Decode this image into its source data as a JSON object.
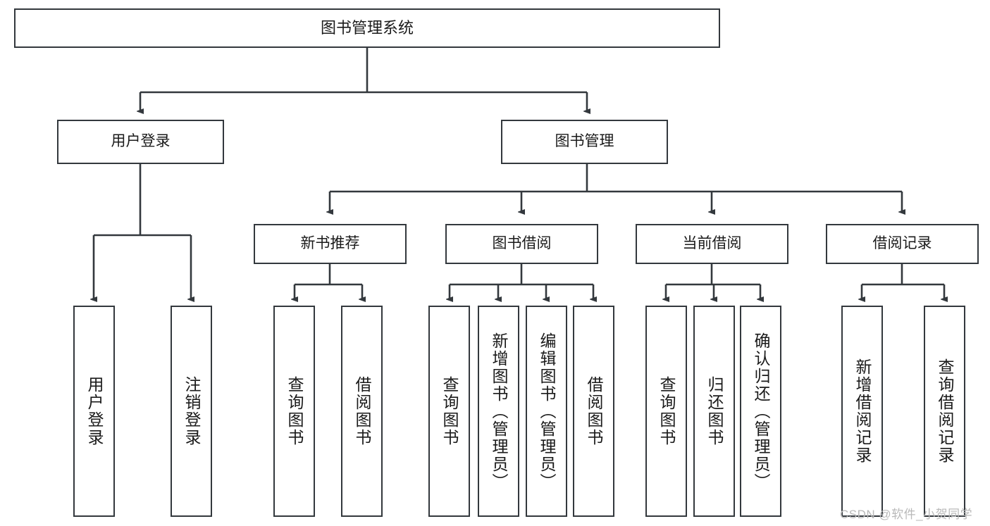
{
  "diagram": {
    "title": "图书管理系统",
    "type": "tree-hierarchy",
    "style": {
      "box_border_color": "#33383d",
      "box_fill_color": "#ffffff",
      "edge_color": "#33383d",
      "text_color": "#1a1a1a",
      "background": "#ffffff"
    },
    "root": {
      "label": "图书管理系统"
    },
    "level2": [
      {
        "label": "用户登录"
      },
      {
        "label": "图书管理"
      }
    ],
    "level3": [
      {
        "label": "新书推荐"
      },
      {
        "label": "图书借阅"
      },
      {
        "label": "当前借阅"
      },
      {
        "label": "借阅记录"
      }
    ],
    "leaves": {
      "user_login": [
        {
          "label": "用户登录"
        },
        {
          "label": "注销登录"
        }
      ],
      "new_book_recommend": [
        {
          "label": "查询图书"
        },
        {
          "label": "借阅图书"
        }
      ],
      "book_borrow": [
        {
          "label": "查询图书"
        },
        {
          "label": "新增图书（管理员）"
        },
        {
          "label": "编辑图书（管理员）"
        },
        {
          "label": "借阅图书"
        }
      ],
      "current_borrow": [
        {
          "label": "查询图书"
        },
        {
          "label": "归还图书"
        },
        {
          "label": "确认归还（管理员）"
        }
      ],
      "borrow_record": [
        {
          "label": "新增借阅记录"
        },
        {
          "label": "查询借阅记录"
        }
      ]
    }
  },
  "watermark": {
    "text": "CSDN @软件_小贺同学"
  }
}
